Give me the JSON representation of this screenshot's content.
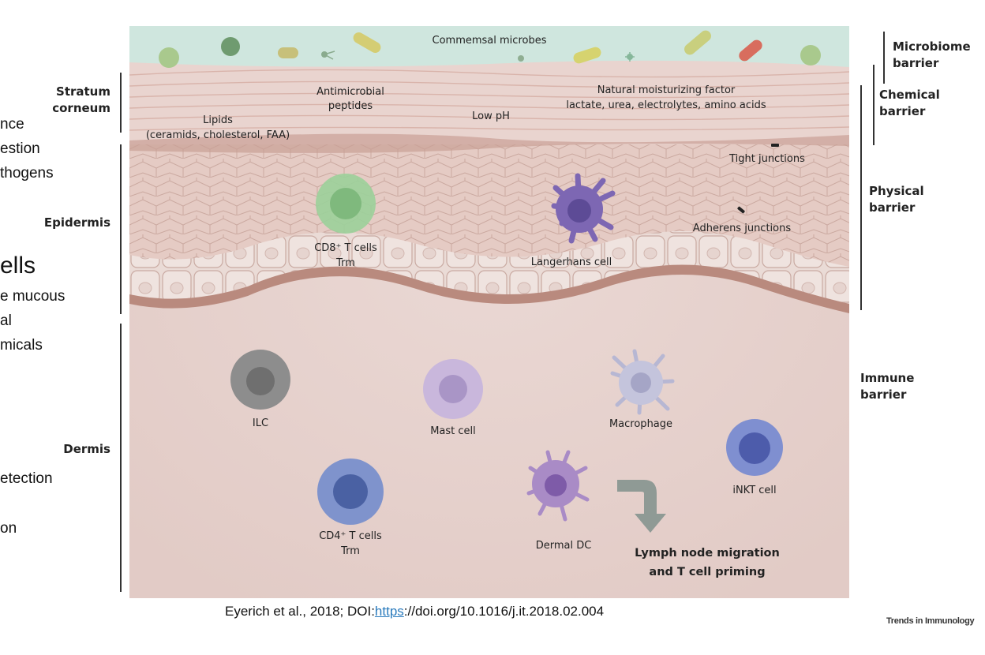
{
  "left_fragments": [
    {
      "text": "nce"
    },
    {
      "text": "estion"
    },
    {
      "text": "thogens"
    },
    {
      "text": "ells"
    },
    {
      "text": "e mucous"
    },
    {
      "text": "al"
    },
    {
      "text": "micals"
    },
    {
      "text": "etection"
    },
    {
      "text": "on"
    }
  ],
  "layers": {
    "stratum_corneum": [
      "Stratum",
      "corneum"
    ],
    "epidermis": "Epidermis",
    "dermis": "Dermis"
  },
  "barriers": {
    "microbiome": [
      "Microbiome",
      "barrier"
    ],
    "chemical": [
      "Chemical",
      "barrier"
    ],
    "physical": [
      "Physical",
      "barrier"
    ],
    "immune": [
      "Immune",
      "barrier"
    ]
  },
  "figure": {
    "microbes": "Commemsal microbes",
    "amp": [
      "Antimicrobial",
      "peptides"
    ],
    "low_ph": "Low pH",
    "nmf": [
      "Natural moisturizing factor",
      "lactate, urea, electrolytes, amino acids"
    ],
    "lipids": [
      "Lipids",
      "(ceramids, cholesterol, FAA)"
    ],
    "tight": "Tight junctions",
    "adherens": "Adherens junctions",
    "cd8": [
      "CD8⁺ T cells",
      "Trm"
    ],
    "langerhans": "Langerhans cell",
    "ilc": "ILC",
    "mast": "Mast cell",
    "macrophage": "Macrophage",
    "cd4": [
      "CD4⁺ T cells",
      "Trm"
    ],
    "dermal_dc": "Dermal DC",
    "inkt": "iNKT cell",
    "lymph": [
      "Lymph node migration",
      "and T cell priming"
    ]
  },
  "citation": {
    "prefix": "Eyerich et al., 2018; DOI:",
    "link": "https",
    "rest": "://doi.org/10.1016/j.it.2018.02.004"
  },
  "journal": "Trends in Immunology",
  "colors": {
    "microbiome_band": "#cfe6de",
    "stratum": "#e9d4cf",
    "epidermis": "#e7cdc6",
    "dermis": "#e8d5d1",
    "basement": "#b98a7e",
    "cd8": "#9bd09a",
    "langerhans": "#7d67b3",
    "ilc": "#8d8d8d",
    "mast": "#c9b7dc",
    "macrophage": "#b7b7d3",
    "cd4": "#5b73b5",
    "dermal_dc": "#a98bc6",
    "inkt": "#4d5cab",
    "arrow": "#8f9a95",
    "link": "#2a7bbd"
  }
}
